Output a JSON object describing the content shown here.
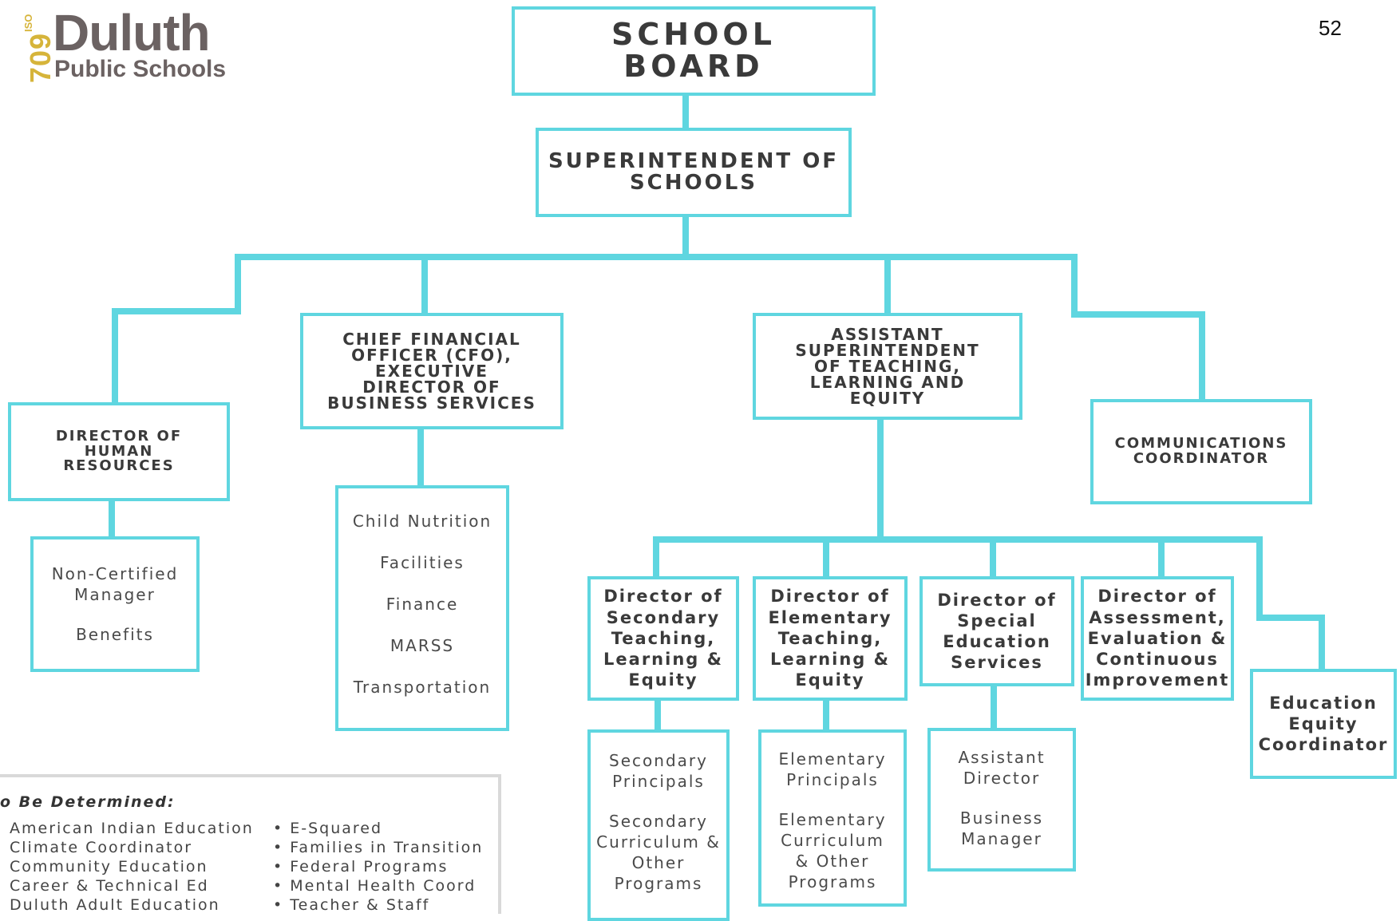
{
  "page_number": "52",
  "logo": {
    "iso": "ISO",
    "number": "709",
    "name": "Duluth",
    "subtitle": "Public Schools"
  },
  "nodes": {
    "school_board": {
      "line1": "SCHOOL",
      "line2": "BOARD"
    },
    "superintendent": {
      "line1": "SUPERINTENDENT OF",
      "line2": "SCHOOLS"
    },
    "hr_director": {
      "lines": [
        "DIRECTOR OF",
        "HUMAN",
        "RESOURCES"
      ]
    },
    "cfo": {
      "lines": [
        "CHIEF FINANCIAL",
        "OFFICER (CFO),",
        "EXECUTIVE",
        "DIRECTOR OF",
        "BUSINESS SERVICES"
      ]
    },
    "asst_super": {
      "lines": [
        "ASSISTANT",
        "SUPERINTENDENT",
        "OF TEACHING,",
        "LEARNING AND",
        "EQUITY"
      ]
    },
    "communications": {
      "lines": [
        "COMMUNICATIONS",
        "COORDINATOR"
      ]
    },
    "hr_sub": {
      "items": [
        "Non-Certified Manager",
        "Benefits"
      ]
    },
    "cfo_sub": {
      "items": [
        "Child Nutrition",
        "Facilities",
        "Finance",
        "MARSS",
        "Transportation"
      ]
    },
    "dir_secondary": {
      "lines": [
        "Director of",
        "Secondary",
        "Teaching,",
        "Learning &",
        "Equity"
      ]
    },
    "dir_elementary": {
      "lines": [
        "Director of",
        "Elementary",
        "Teaching,",
        "Learning &",
        "Equity"
      ]
    },
    "dir_sped": {
      "lines": [
        "Director of",
        "Special",
        "Education",
        "Services"
      ]
    },
    "dir_assessment": {
      "lines": [
        "Director of",
        "Assessment,",
        "Evaluation &",
        "Continuous",
        "Improvement"
      ]
    },
    "equity_coord": {
      "lines": [
        "Education",
        "Equity",
        "Coordinator"
      ]
    },
    "secondary_sub": {
      "items": [
        "Secondary Principals",
        "Secondary Curriculum & Other Programs"
      ]
    },
    "elementary_sub": {
      "items": [
        "Elementary Principals",
        "Elementary Curriculum & Other Programs"
      ]
    },
    "sped_sub": {
      "items": [
        "Assistant Director",
        "Business Manager"
      ]
    }
  },
  "tbd": {
    "title": "o Be Determined:",
    "col1": [
      "American Indian Education",
      "Climate Coordinator",
      "Community Education",
      "Career & Technical Ed",
      "Duluth Adult Education"
    ],
    "col2": [
      "• E-Squared",
      "• Families in Transition",
      "• Federal Programs",
      "• Mental Health Coord",
      "• Teacher & Staff"
    ]
  },
  "colors": {
    "line": "#5fd6e0",
    "text": "#3a3a3a",
    "logo_gray": "#6b6262",
    "logo_gold": "#d6b43a"
  }
}
